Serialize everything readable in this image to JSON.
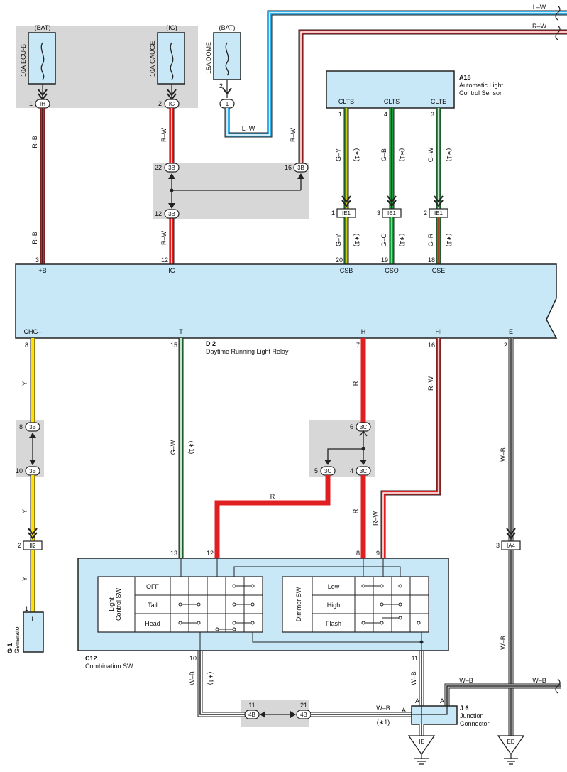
{
  "colors": {
    "blue": "#38aee8",
    "red": "#e02020",
    "green": "#1a9a3a",
    "yellow": "#ffe000",
    "yellow_green": "#c8e040",
    "white": "#ffffff",
    "black": "#222222",
    "gray_box": "#d7d7d7",
    "light_blue": "#c8e8f8"
  },
  "fuses": {
    "ecu_b": {
      "supply": "(BAT)",
      "name": "10A ECU-B",
      "pin": "1",
      "conn": "IH"
    },
    "gauge": {
      "supply": "(IG)",
      "name": "10A GAUGE",
      "pin": "2",
      "conn": "IG"
    },
    "dome": {
      "supply": "(BAT)",
      "name": "15A DOME",
      "pin": "2",
      "conn": "1"
    }
  },
  "right_edge": {
    "lw": "L–W",
    "rw": "R–W"
  },
  "wires": {
    "rb_upper": "R–B",
    "rb_lower": "R–B",
    "rw_gauge": "R–W",
    "rw_gauge_lower": "R–W",
    "rw_right": "R–W",
    "lw_dome": "L–W",
    "g_y": "G–Y",
    "g_b": "G–B",
    "g_w": "G–W",
    "g_y2": "G–Y",
    "g_o": "G–O",
    "g_r": "G–R",
    "y1": "Y",
    "y2": "Y",
    "y3": "Y",
    "g_w_t": "G–W",
    "r_h": "R",
    "r_mid": "R",
    "r_h2": "R",
    "rw_hi": "R–W",
    "rw_hi2": "R–W",
    "wb_e": "W–B",
    "wb_e2": "W–B",
    "wb_10": "W–B",
    "wb_11": "W–B",
    "wb_bottom": "W–B",
    "wb_right": "W–B",
    "star1": "(∗1)"
  },
  "junction_3b": {
    "p22": "22",
    "p16": "16",
    "p12": "12",
    "conn": "3B"
  },
  "junction_3b_y": {
    "p8": "8",
    "p10": "10",
    "conn": "3B"
  },
  "junction_3c": {
    "p6": "6",
    "p5": "5",
    "p4": "4",
    "conn": "3C"
  },
  "junction_4b": {
    "p11": "11",
    "p21": "21",
    "conn": "4B"
  },
  "sensor": {
    "code": "A18",
    "name1": "Automatic Light",
    "name2": "Control Sensor",
    "pins": [
      {
        "label": "CLTB",
        "num": "1"
      },
      {
        "label": "CLTS",
        "num": "4"
      },
      {
        "label": "CLTE",
        "num": "3"
      }
    ]
  },
  "ie1": {
    "conn": "IE1",
    "pins_top": [
      "1",
      "3",
      "2"
    ]
  },
  "relay": {
    "code": "D 2",
    "name": "Daytime Running Light Relay",
    "top_pins": [
      {
        "num": "3",
        "label": "+B"
      },
      {
        "num": "12",
        "label": "IG"
      },
      {
        "num": "20",
        "label": "CSB"
      },
      {
        "num": "19",
        "label": "CSO"
      },
      {
        "num": "18",
        "label": "CSE"
      }
    ],
    "bottom_pins": [
      {
        "num": "8",
        "label": "CHG–"
      },
      {
        "num": "15",
        "label": "T"
      },
      {
        "num": "7",
        "label": "H"
      },
      {
        "num": "16",
        "label": "HI"
      },
      {
        "num": "2",
        "label": "E"
      }
    ]
  },
  "ii2": {
    "pin": "2",
    "conn": "II2"
  },
  "ia4": {
    "pin": "3",
    "conn": "IA4"
  },
  "generator": {
    "code": "G 1",
    "name": "Generator",
    "pin": "1",
    "term": "L"
  },
  "combo": {
    "code": "C12",
    "name": "Combination SW",
    "pins_top": [
      "13",
      "12",
      "8",
      "9"
    ],
    "pins_bottom": [
      "10",
      "11"
    ],
    "light_sw_title1": "Light",
    "light_sw_title2": "Control SW",
    "light_positions": [
      "OFF",
      "Tail",
      "Head"
    ],
    "dimmer_sw_title": "Dimmer SW",
    "dimmer_positions": [
      "Low",
      "High",
      "Flash"
    ]
  },
  "j6": {
    "code": "J 6",
    "name1": "Junction",
    "name2": "Connector",
    "a": "A"
  },
  "grounds": {
    "ie": "IE",
    "ed": "ED"
  }
}
